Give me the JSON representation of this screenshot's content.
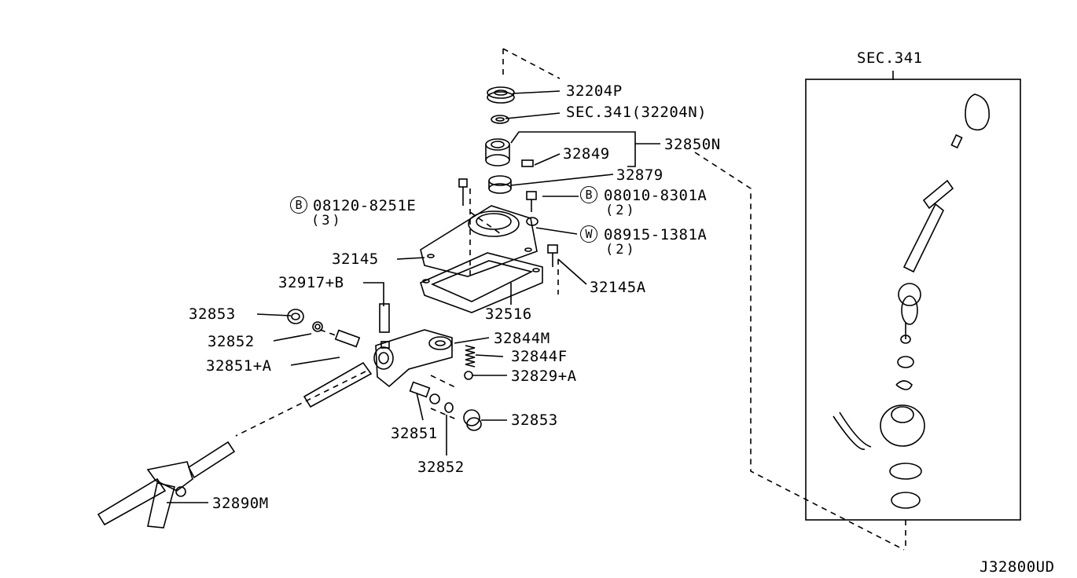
{
  "labels": {
    "p32204P": "32204P",
    "sec341_32204N": "SEC.341(32204N)",
    "p32850N": "32850N",
    "p32849": "32849",
    "p32879": "32879",
    "b_08010": "08010-8301A",
    "b_08010_qty": "(2)",
    "w_08915": "08915-1381A",
    "w_08915_qty": "(2)",
    "b_08120": "08120-8251E",
    "b_08120_qty": "(3)",
    "p32145": "32145",
    "p32145A": "32145A",
    "p32516": "32516",
    "p32917B": "32917+B",
    "p32853_top": "32853",
    "p32852_top": "32852",
    "p32851A": "32851+A",
    "p32844M": "32844M",
    "p32844F": "32844F",
    "p32829A": "32829+A",
    "p32853_bottom": "32853",
    "p32851": "32851",
    "p32852_bottom": "32852",
    "p32890M": "32890M",
    "sec341": "SEC.341",
    "diagram_code": "J32800UD"
  },
  "markers": {
    "bolt_b": "B",
    "washer_w": "W"
  }
}
